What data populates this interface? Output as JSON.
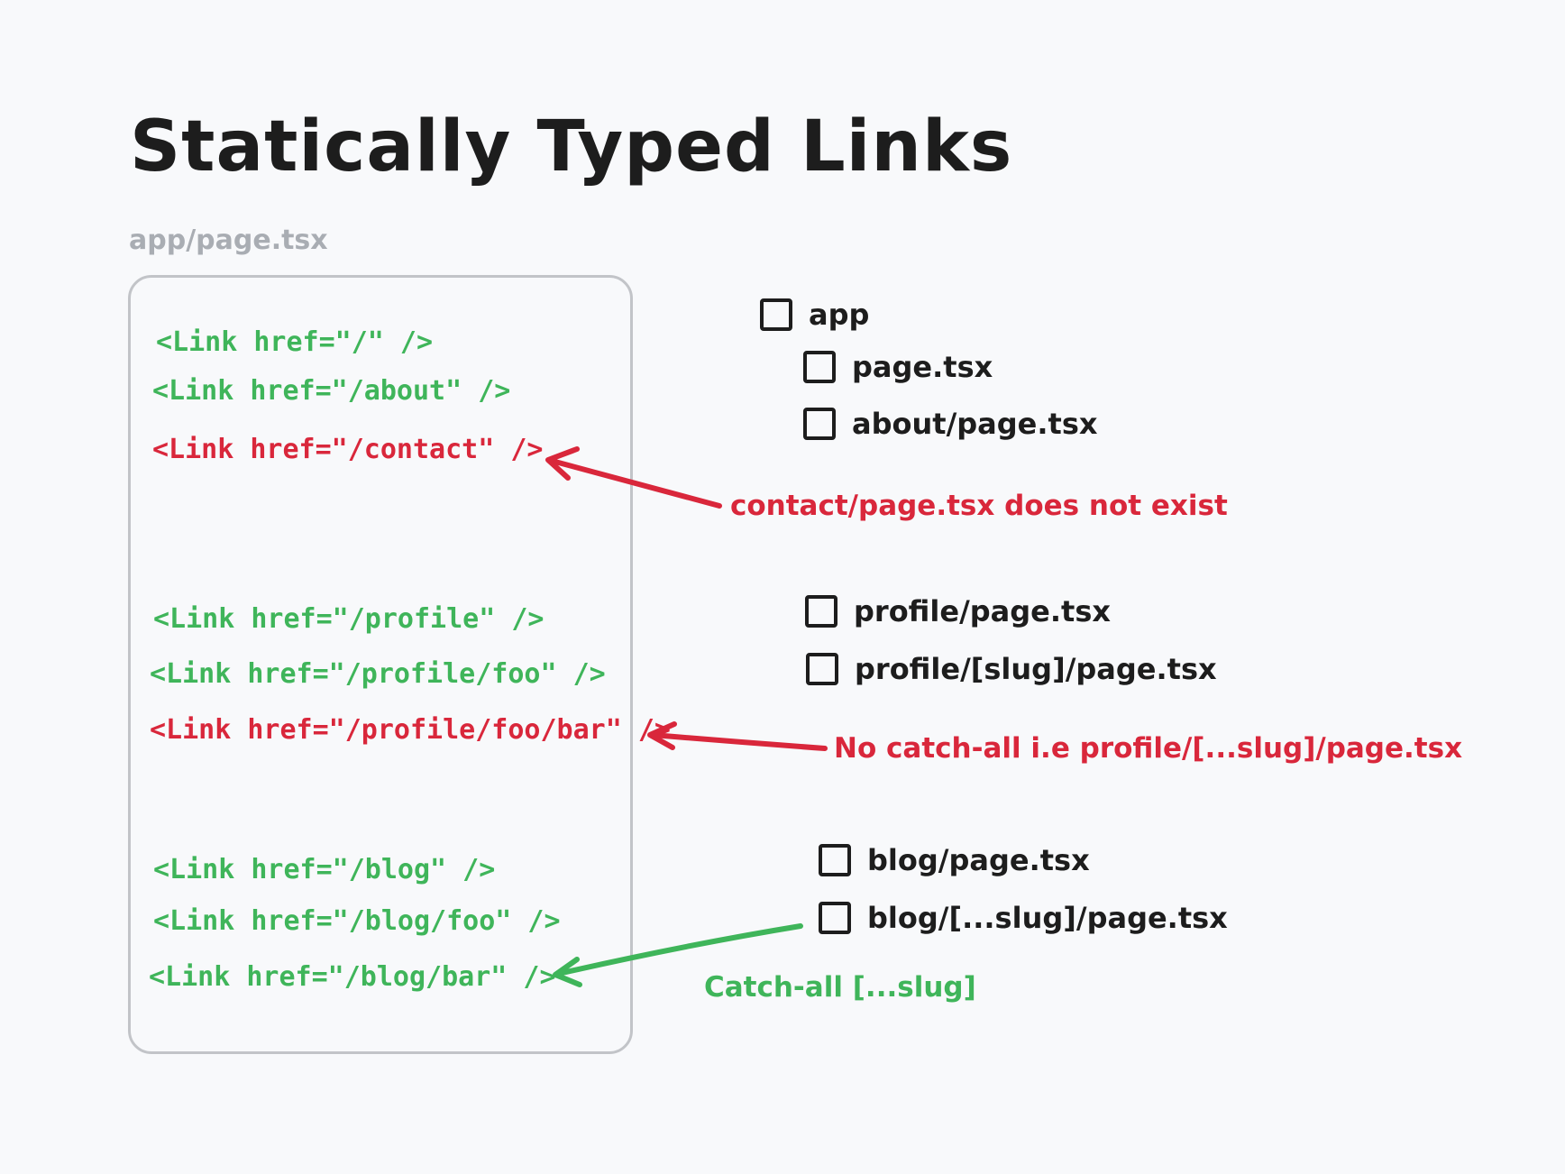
{
  "title": "Statically Typed Links",
  "file_label": "app/page.tsx",
  "code_lines": [
    {
      "text": "<Link href=\"/\" />",
      "status": "ok"
    },
    {
      "text": "<Link href=\"/about\" />",
      "status": "ok"
    },
    {
      "text": "<Link href=\"/contact\" />",
      "status": "error"
    },
    {
      "text": "<Link href=\"/profile\" />",
      "status": "ok"
    },
    {
      "text": "<Link href=\"/profile/foo\" />",
      "status": "ok"
    },
    {
      "text": "<Link href=\"/profile/foo/bar\" />",
      "status": "error"
    },
    {
      "text": "<Link href=\"/blog\" />",
      "status": "ok"
    },
    {
      "text": "<Link href=\"/blog/foo\" />",
      "status": "ok"
    },
    {
      "text": "<Link href=\"/blog/bar\" />",
      "status": "ok"
    }
  ],
  "file_tree": [
    {
      "label": "app"
    },
    {
      "label": "page.tsx"
    },
    {
      "label": "about/page.tsx"
    },
    {
      "label": "profile/page.tsx"
    },
    {
      "label": "profile/[slug]/page.tsx"
    },
    {
      "label": "blog/page.tsx"
    },
    {
      "label": "blog/[...slug]/page.tsx"
    }
  ],
  "annotations": [
    {
      "text": "contact/page.tsx does not exist",
      "color": "#d9273b"
    },
    {
      "text": "No catch-all i.e profile/[...slug]/page.tsx",
      "color": "#d9273b"
    },
    {
      "text": "Catch-all [...slug]",
      "color": "#3fb55a"
    }
  ],
  "colors": {
    "ok": "#3fb55a",
    "error": "#d9273b",
    "text": "#1d1d1d",
    "muted": "#a9adb3"
  }
}
